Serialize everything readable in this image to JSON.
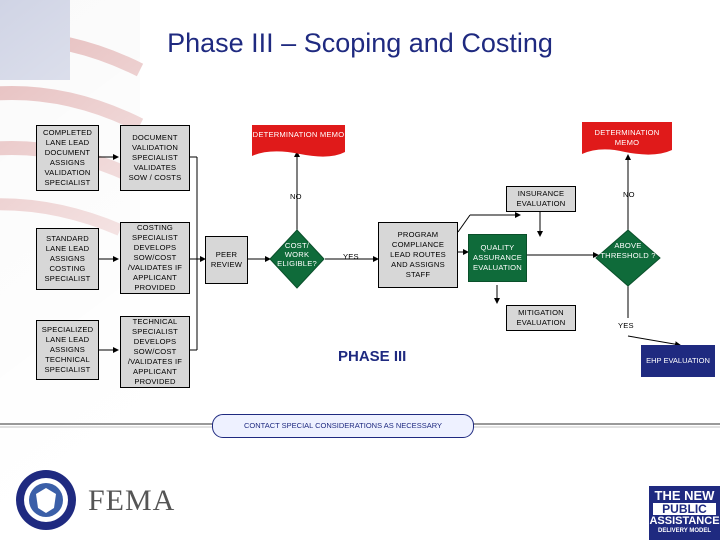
{
  "title": "Phase III – Scoping and Costing",
  "boxes": {
    "completed": "COMPLETED LANE LEAD DOCUMENT ASSIGNS VALIDATION SPECIALIST",
    "doc_validation": "DOCUMENT VALIDATION SPECIALIST VALIDATES SOW / COSTS",
    "standard": "STANDARD LANE LEAD ASSIGNS COSTING SPECIALIST",
    "costing": "COSTING SPECIALIST DEVELOPS SOW/COST /VALIDATES IF APPLICANT PROVIDED",
    "specialized": "SPECIALIZED LANE LEAD ASSIGNS TECHNICAL SPECIALIST",
    "technical": "TECHNICAL SPECIALIST DEVELOPS SOW/COST /VALIDATES IF APPLICANT PROVIDED",
    "peer_review": "PEER REVIEW",
    "cost_eligible": "COST/ WORK ELIGIBLE?",
    "program_compliance": "PROGRAM COMPLIANCE LEAD ROUTES AND ASSIGNS STAFF",
    "quality": "QUALITY ASSURANCE EVALUATION",
    "insurance": "INSURANCE EVALUATION",
    "mitigation": "MITIGATION EVALUATION",
    "above_threshold": "ABOVE THRESHOLD ?",
    "det_memo_1": "DETERMINATION MEMO",
    "det_memo_2": "DETERMINATION MEMO",
    "ehp": "EHP EVALUATION"
  },
  "labels": {
    "no_1": "NO",
    "no_2": "NO",
    "yes_1": "YES",
    "yes_2": "YES",
    "phase": "PHASE III",
    "contact": "CONTACT SPECIAL CONSIDERATIONS AS NECESSARY"
  },
  "footer": {
    "fema": "FEMA",
    "badge_line1": "THE NEW",
    "badge_line2": "PUBLIC",
    "badge_line3": "ASSISTANCE",
    "badge_line4": "DELIVERY MODEL"
  },
  "colors": {
    "title": "#1f2a80",
    "box_fill": "#d7d7d7",
    "green": "#0f6b3a",
    "red": "#e01a1a",
    "navy": "#1f2a80"
  }
}
